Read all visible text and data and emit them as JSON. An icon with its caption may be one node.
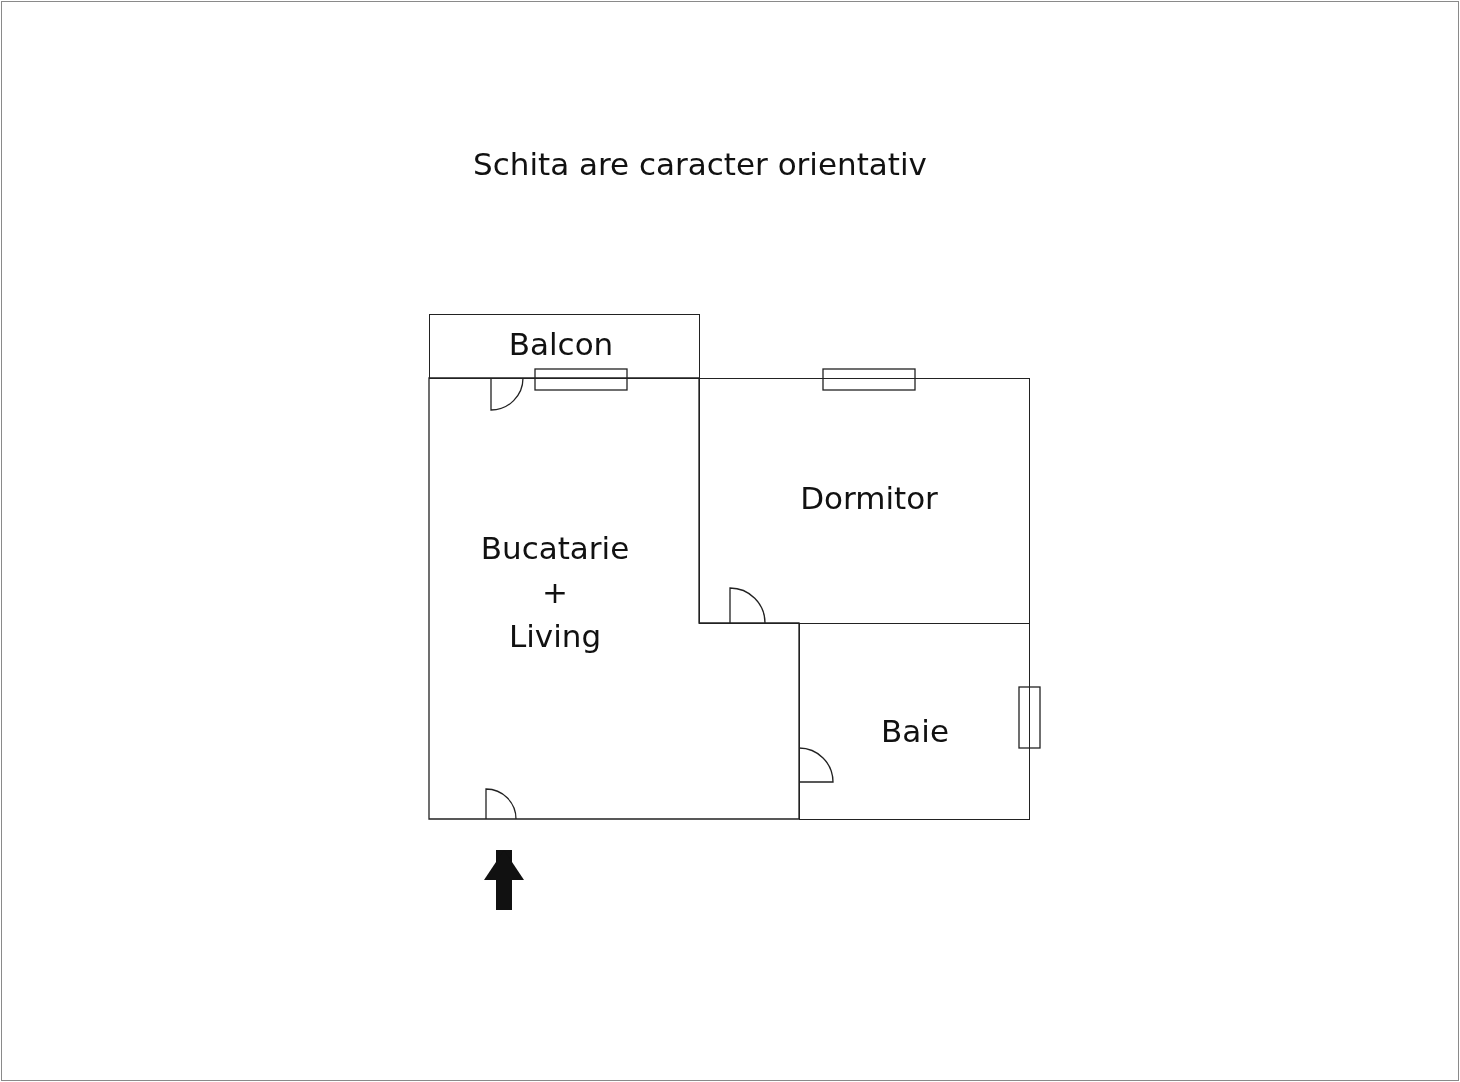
{
  "diagram": {
    "title": "Schita are caracter orientativ",
    "nodes": [
      {
        "text": [
          "Balcon"
        ]
      },
      {
        "text": [
          "Dormitor"
        ]
      },
      {
        "text": [
          "Bucatarie + Living"
        ]
      },
      {
        "text": [
          "Baie"
        ]
      }
    ],
    "edges": [
      {
        "from": null,
        "to": 2,
        "arrow": "to"
      }
    ]
  }
}
